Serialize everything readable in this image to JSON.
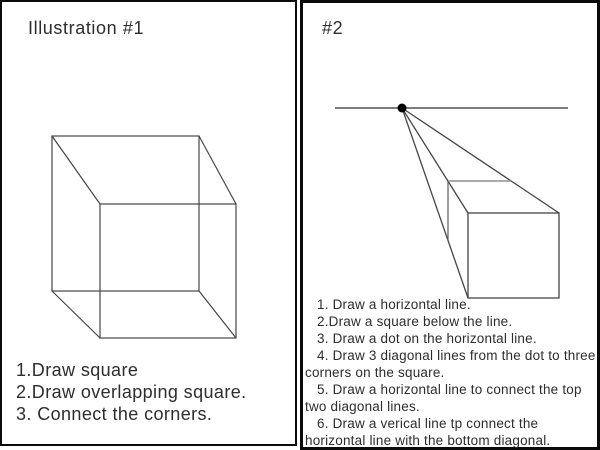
{
  "colors": {
    "frame": "#0b0b0b",
    "paper": "#ffffff",
    "ink": "#2d2d2d",
    "line_dark": "#454545",
    "line_mid": "#5a5a5a",
    "line_gray": "#7d7d7d",
    "line_light": "#8f8f8f",
    "dot": "#000000"
  },
  "left_panel": {
    "title": "Illustration #1",
    "instructions": [
      "1.Draw square",
      "2.Draw overlapping square.",
      "3. Connect the corners."
    ]
  },
  "right_panel": {
    "title": "#2",
    "instructions": [
      "1. Draw a horizontal line.",
      "2.Draw a square below the line.",
      "3. Draw a dot on the horizontal line.",
      "4. Draw 3 diagonal lines from the dot to three corners on the square.",
      "5. Draw a horizontal line to connect the top two diagonal lines.",
      "6. Draw a verical line tp connect the horizontal line with the bottom diagonal."
    ]
  }
}
